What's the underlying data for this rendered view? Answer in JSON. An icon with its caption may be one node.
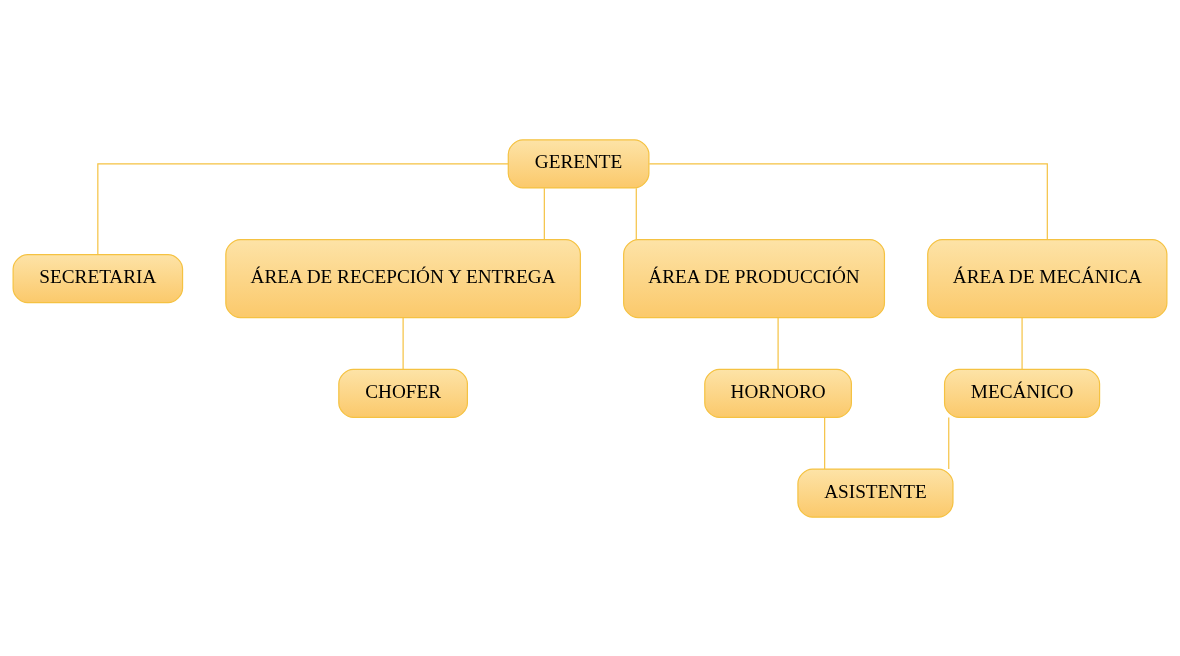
{
  "diagram": {
    "nodes": [
      {
        "text": [
          "GERENTE"
        ]
      },
      {
        "text": [
          "SECRETARIA"
        ]
      },
      {
        "text": [
          "ÁREA DE RECEPCIÓN Y ENTREGA"
        ]
      },
      {
        "text": [
          "ÁREA DE PRODUCCIÓN"
        ]
      },
      {
        "text": [
          "ÁREA DE MECÁNICA"
        ]
      },
      {
        "text": [
          "CHOFER"
        ]
      },
      {
        "text": [
          "HORNORO"
        ]
      },
      {
        "text": [
          "MECÁNICO"
        ]
      },
      {
        "text": [
          "ASISTENTE"
        ]
      }
    ],
    "edges": [
      {
        "from": 0,
        "to": 1,
        "arrow": "none"
      },
      {
        "from": 0,
        "to": 2,
        "arrow": "none"
      },
      {
        "from": 0,
        "to": 3,
        "arrow": "none"
      },
      {
        "from": 0,
        "to": 4,
        "arrow": "none"
      },
      {
        "from": 2,
        "to": 5,
        "arrow": "none"
      },
      {
        "from": 3,
        "to": 6,
        "arrow": "none"
      },
      {
        "from": 4,
        "to": 7,
        "arrow": "none"
      },
      {
        "from": 6,
        "to": 8,
        "arrow": "none"
      },
      {
        "from": 7,
        "to": 8,
        "arrow": "none"
      }
    ]
  }
}
